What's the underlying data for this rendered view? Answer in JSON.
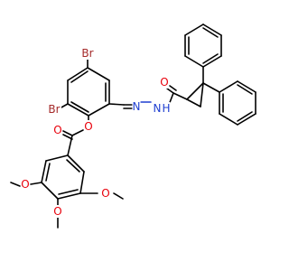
{
  "colors": {
    "bond": "#000000",
    "carbon": "#000000",
    "oxygen": "#e8000b",
    "nitrogen": "#1f3fd1",
    "bromine": "#a52a2a",
    "background": "#ffffff"
  },
  "atoms": [
    {
      "id": "br1",
      "text": "Br",
      "element": "bromine"
    },
    {
      "id": "br2",
      "text": "Br",
      "element": "bromine"
    },
    {
      "id": "o_ester",
      "text": "O",
      "element": "oxygen"
    },
    {
      "id": "o_carbonyl1",
      "text": "O",
      "element": "oxygen"
    },
    {
      "id": "n1",
      "text": "N",
      "element": "nitrogen"
    },
    {
      "id": "n2",
      "text": "N",
      "element": "nitrogen"
    },
    {
      "id": "h_n2",
      "text": "H",
      "element": "nitrogen"
    },
    {
      "id": "o_carbonyl2",
      "text": "O",
      "element": "oxygen"
    },
    {
      "id": "o_meo1",
      "text": "O",
      "element": "oxygen"
    },
    {
      "id": "o_meo2",
      "text": "O",
      "element": "oxygen"
    },
    {
      "id": "o_meo3",
      "text": "O",
      "element": "oxygen"
    }
  ]
}
